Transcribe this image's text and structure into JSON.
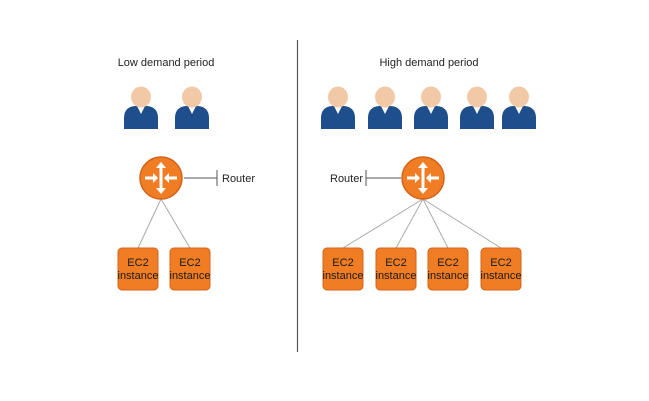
{
  "colors": {
    "person_body": "#1f4e8c",
    "person_head": "#f2c9a6",
    "router_fill": "#f07d24",
    "router_stroke": "#d2641a",
    "router_arrows": "#ffffff",
    "ec2_fill": "#f07d24",
    "ec2_stroke": "#d2641a",
    "connector": "#aaaaaa",
    "divider": "#555555"
  },
  "icons": {
    "user": "user-icon",
    "router": "router-icon",
    "ec2": "ec2-instance-icon"
  },
  "left": {
    "title": "Low demand period",
    "user_count": 2,
    "router_label": "Router",
    "instances": [
      {
        "line1": "EC2",
        "line2": "instance"
      },
      {
        "line1": "EC2",
        "line2": "instance"
      }
    ]
  },
  "right": {
    "title": "High demand period",
    "user_count": 5,
    "router_label": "Router",
    "instances": [
      {
        "line1": "EC2",
        "line2": "instance"
      },
      {
        "line1": "EC2",
        "line2": "instance"
      },
      {
        "line1": "EC2",
        "line2": "instance"
      },
      {
        "line1": "EC2",
        "line2": "instance"
      }
    ]
  }
}
